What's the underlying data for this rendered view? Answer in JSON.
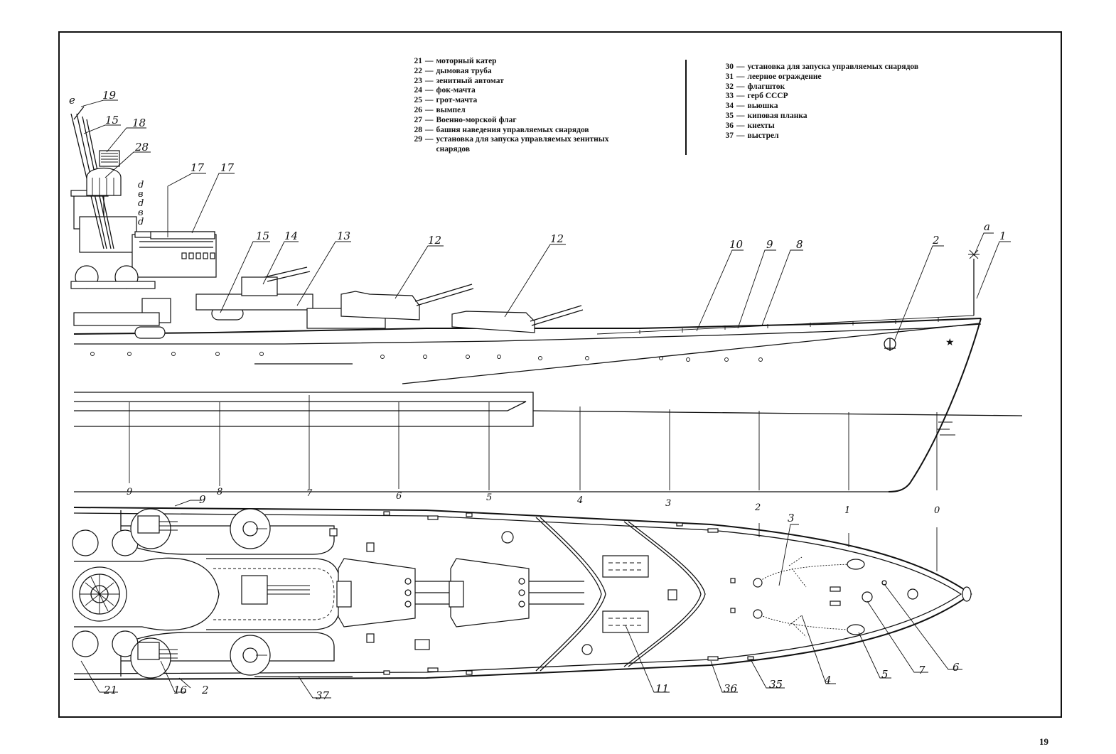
{
  "legend_left": [
    {
      "num": "21",
      "text": "моторный катер"
    },
    {
      "num": "22",
      "text": "дымовая труба"
    },
    {
      "num": "23",
      "text": "зенитный автомат"
    },
    {
      "num": "24",
      "text": "фок-мачта"
    },
    {
      "num": "25",
      "text": "грот-мачта"
    },
    {
      "num": "26",
      "text": "вымпел"
    },
    {
      "num": "27",
      "text": "Военно-морской флаг"
    },
    {
      "num": "28",
      "text": "башня наведения управляемых снарядов"
    },
    {
      "num": "29",
      "text": "установка для запуска управляемых зенитных"
    },
    {
      "num": "",
      "text": "снарядов"
    }
  ],
  "legend_right": [
    {
      "num": "30",
      "text": "установка для запуска управляемых снарядов"
    },
    {
      "num": "31",
      "text": "леерное ограждение"
    },
    {
      "num": "32",
      "text": "флагшток"
    },
    {
      "num": "33",
      "text": "герб СССР"
    },
    {
      "num": "34",
      "text": "вьюшка"
    },
    {
      "num": "35",
      "text": "киповая планка"
    },
    {
      "num": "36",
      "text": "кнехты"
    },
    {
      "num": "37",
      "text": "выстрел"
    }
  ],
  "profile_callouts": [
    "e",
    "19",
    "15",
    "18",
    "28",
    "17",
    "17",
    "15",
    "14",
    "13",
    "12",
    "12",
    "10",
    "9",
    "8",
    "2",
    "a",
    "1",
    "d",
    "в",
    "d",
    "в",
    "d"
  ],
  "plan_callouts": [
    "9",
    "3",
    "21",
    "16",
    "2",
    "37",
    "11",
    "36",
    "35",
    "4",
    "5",
    "7",
    "6"
  ],
  "stations": [
    "9",
    "8",
    "7",
    "6",
    "5",
    "4",
    "3",
    "2",
    "1",
    "0"
  ],
  "page_number": "19"
}
